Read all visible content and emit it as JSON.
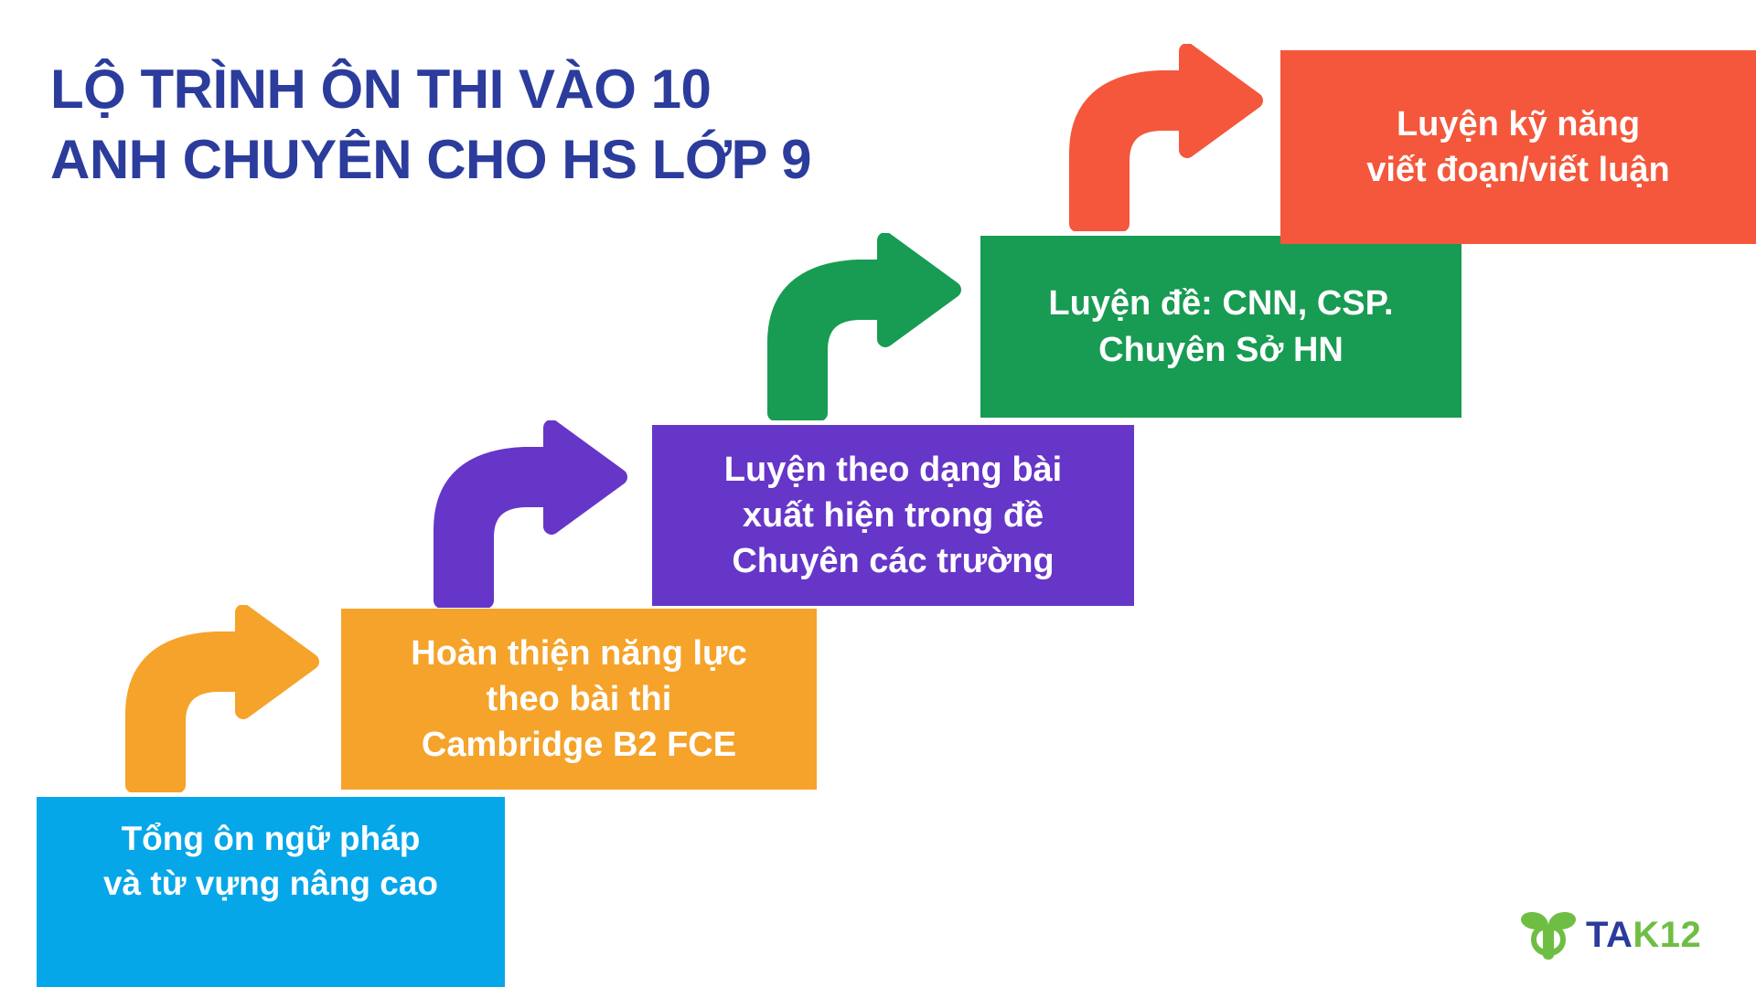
{
  "title": {
    "line1": "LỘ TRÌNH ÔN THI VÀO 10",
    "line2": "ANH CHUYÊN CHO HS LỚP 9",
    "color": "#2B3C9C"
  },
  "steps": [
    {
      "id": "grammar",
      "order": 1,
      "color": "#06A7E8",
      "lines": [
        "Tổng ôn ngữ pháp",
        "và từ vựng nâng cao"
      ]
    },
    {
      "id": "cambridge",
      "order": 2,
      "color": "#F5A32A",
      "lines": [
        "Hoàn thiện năng lực",
        "theo bài thi",
        "Cambridge B2 FCE"
      ]
    },
    {
      "id": "types",
      "order": 3,
      "color": "#6636C8",
      "lines": [
        "Luyện theo dạng bài",
        "xuất hiện trong đề",
        "Chuyên các trường"
      ]
    },
    {
      "id": "mock",
      "order": 4,
      "color": "#189B52",
      "lines": [
        "Luyện đề: CNN, CSP.",
        "Chuyên Sở HN"
      ]
    },
    {
      "id": "writing",
      "order": 5,
      "color": "#F4573B",
      "lines": [
        "Luyện kỹ năng",
        "viết đoạn/viết luận"
      ]
    }
  ],
  "arrows": [
    {
      "id": "arrow-1",
      "from": "grammar",
      "to": "cambridge",
      "color": "#F5A32A"
    },
    {
      "id": "arrow-2",
      "from": "cambridge",
      "to": "types",
      "color": "#6636C8"
    },
    {
      "id": "arrow-3",
      "from": "types",
      "to": "mock",
      "color": "#189B52"
    },
    {
      "id": "arrow-4",
      "from": "mock",
      "to": "writing",
      "color": "#F4573B"
    }
  ],
  "logo": {
    "icon": "sprout-icon",
    "text_primary": "TA",
    "text_secondary": "K12",
    "color_primary": "#2B3C9C",
    "color_secondary": "#6FBE44"
  }
}
